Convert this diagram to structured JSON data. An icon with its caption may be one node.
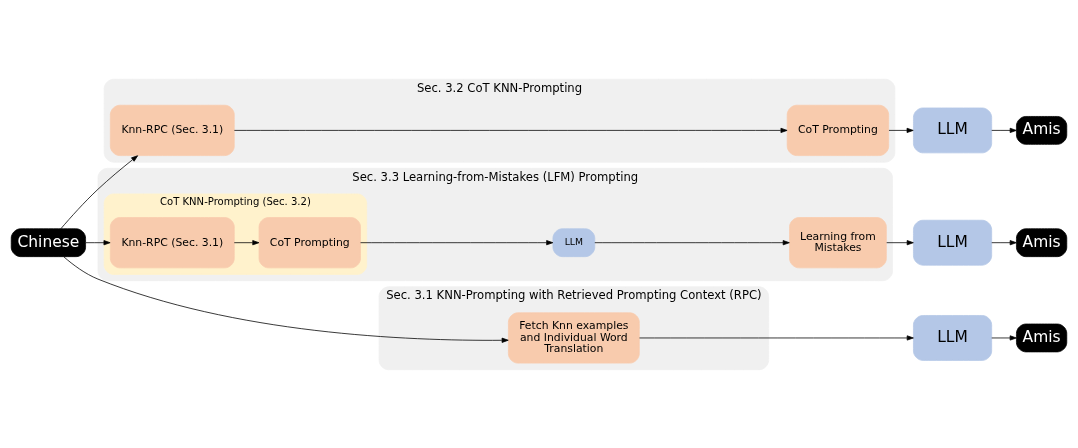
{
  "diagram": {
    "nodes": [
      {
        "text": [
          "Chinese"
        ]
      },
      {
        "text": [
          "Sec. 3.1 KNN-Prompting with Retrieved Prompting Context (RPC)"
        ]
      },
      {
        "text": [
          "Fetch Knn examples and Individual Word Translation"
        ],
        "in": 1
      },
      {
        "text": [
          "LLM"
        ]
      },
      {
        "text": [
          "Amis"
        ]
      },
      {
        "text": [
          "Sec. 3.2 CoT KNN-Prompting"
        ]
      },
      {
        "text": [
          "Knn-RPC (Sec. 3.1)"
        ],
        "in": 5
      },
      {
        "text": [
          "CoT Prompting"
        ],
        "in": 5
      },
      {
        "text": [
          "LLM"
        ]
      },
      {
        "text": [
          "Amis"
        ]
      },
      {
        "text": [
          "Sec. 3.3 Learning-from-Mistakes (LFM) Prompting"
        ]
      },
      {
        "text": [
          "CoT KNN-Prompting (Sec. 3.2)"
        ],
        "in": 10
      },
      {
        "text": [
          "Knn-RPC (Sec. 3.1)"
        ],
        "in": 11
      },
      {
        "text": [
          "CoT Prompting"
        ],
        "in": 11
      },
      {
        "text": [
          "LLM"
        ],
        "in": 10
      },
      {
        "text": [
          "Learning from Mistakes"
        ],
        "in": 10
      },
      {
        "text": [
          "LLM"
        ]
      },
      {
        "text": [
          "Amis"
        ]
      }
    ],
    "edges": [
      {
        "from": 0,
        "to": 2,
        "arrow": "to"
      },
      {
        "from": 2,
        "to": 3,
        "arrow": "to"
      },
      {
        "from": 3,
        "to": 4,
        "arrow": "to"
      },
      {
        "from": 0,
        "to": 6,
        "arrow": "to"
      },
      {
        "from": 6,
        "to": 7,
        "arrow": "to"
      },
      {
        "from": 7,
        "to": 8,
        "arrow": "to"
      },
      {
        "from": 8,
        "to": 9,
        "arrow": "to"
      },
      {
        "from": 0,
        "to": 12,
        "arrow": "to"
      },
      {
        "from": 12,
        "to": 13,
        "arrow": "to"
      },
      {
        "from": 13,
        "to": 14,
        "arrow": "to"
      },
      {
        "from": 14,
        "to": 15,
        "arrow": "to"
      },
      {
        "from": 15,
        "to": 16,
        "arrow": "to"
      },
      {
        "from": 16,
        "to": 17,
        "arrow": "to"
      }
    ]
  }
}
